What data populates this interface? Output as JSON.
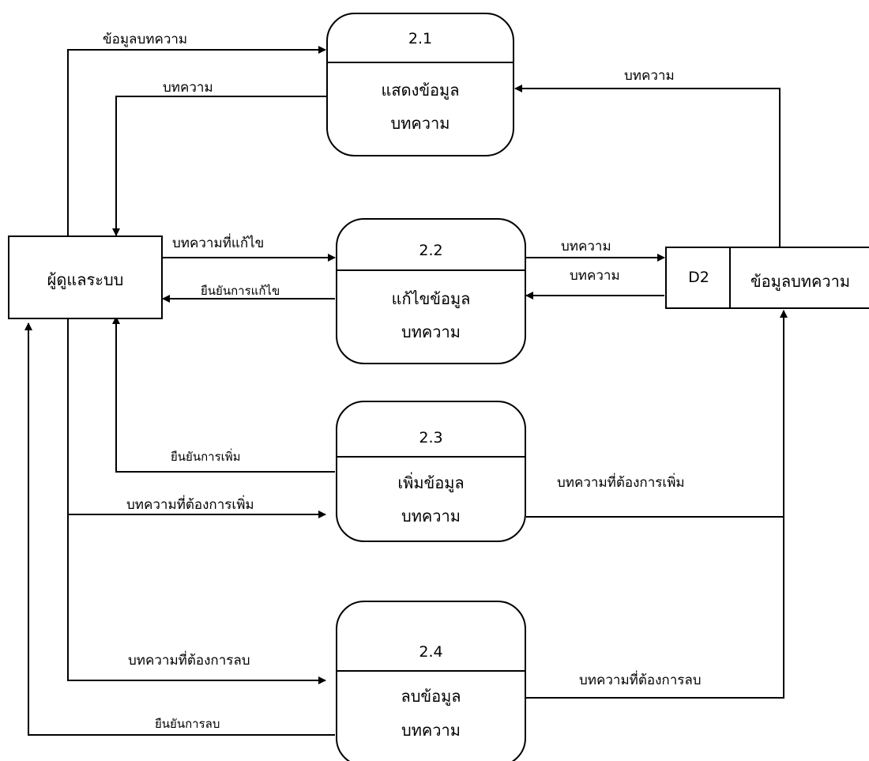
{
  "entity": {
    "name": "ผู้ดูแลระบบ"
  },
  "datastore": {
    "id": "D2",
    "name": "ข้อมูลบทความ"
  },
  "processes": [
    {
      "id": "2.1",
      "line1": "แสดงข้อมูล",
      "line2": "บทความ"
    },
    {
      "id": "2.2",
      "line1": "แก้ไขข้อมูล",
      "line2": "บทความ"
    },
    {
      "id": "2.3",
      "line1": "เพิ่มข้อมูล",
      "line2": "บทความ"
    },
    {
      "id": "2.4",
      "line1": "ลบข้อมูล",
      "line2": "บทความ"
    }
  ],
  "flows": {
    "f1": "ข้อมูลบทความ",
    "f2": "บทความ",
    "f3": "บทความ",
    "f4": "บทความที่แก้ไข",
    "f5": "ยืนยันการแก้ไข",
    "f6": "บทความ",
    "f7": "บทความ",
    "f8": "ยืนยันการเพิ่ม",
    "f9": "บทความที่ต้องการเพิ่ม",
    "f10": "บทความที่ต้องการเพิ่ม",
    "f11": "บทความที่ต้องการลบ",
    "f12": "บทความที่ต้องการลบ",
    "f13": "ยืนยันการลบ"
  },
  "colors": {
    "stroke": "#000000",
    "background": "#ffffff"
  }
}
